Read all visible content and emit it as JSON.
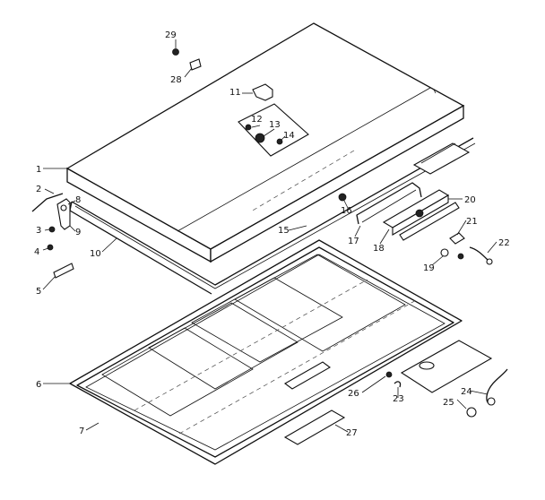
{
  "callouts": [
    {
      "n": "1",
      "label": "1"
    },
    {
      "n": "2",
      "label": "2"
    },
    {
      "n": "3",
      "label": "3"
    },
    {
      "n": "4",
      "label": "4"
    },
    {
      "n": "5",
      "label": "5"
    },
    {
      "n": "6",
      "label": "6"
    },
    {
      "n": "7",
      "label": "7"
    },
    {
      "n": "8",
      "label": "8"
    },
    {
      "n": "9",
      "label": "9"
    },
    {
      "n": "10",
      "label": "10"
    },
    {
      "n": "11",
      "label": "11"
    },
    {
      "n": "12",
      "label": "12"
    },
    {
      "n": "13",
      "label": "13"
    },
    {
      "n": "14",
      "label": "14"
    },
    {
      "n": "15",
      "label": "15"
    },
    {
      "n": "16",
      "label": "16"
    },
    {
      "n": "17",
      "label": "17"
    },
    {
      "n": "18",
      "label": "18"
    },
    {
      "n": "19",
      "label": "19"
    },
    {
      "n": "20",
      "label": "20"
    },
    {
      "n": "21",
      "label": "21"
    },
    {
      "n": "22",
      "label": "22"
    },
    {
      "n": "23",
      "label": "23"
    },
    {
      "n": "24",
      "label": "24"
    },
    {
      "n": "25",
      "label": "25"
    },
    {
      "n": "26",
      "label": "26"
    },
    {
      "n": "27",
      "label": "27"
    },
    {
      "n": "28",
      "label": "28"
    },
    {
      "n": "29",
      "label": "29"
    }
  ]
}
